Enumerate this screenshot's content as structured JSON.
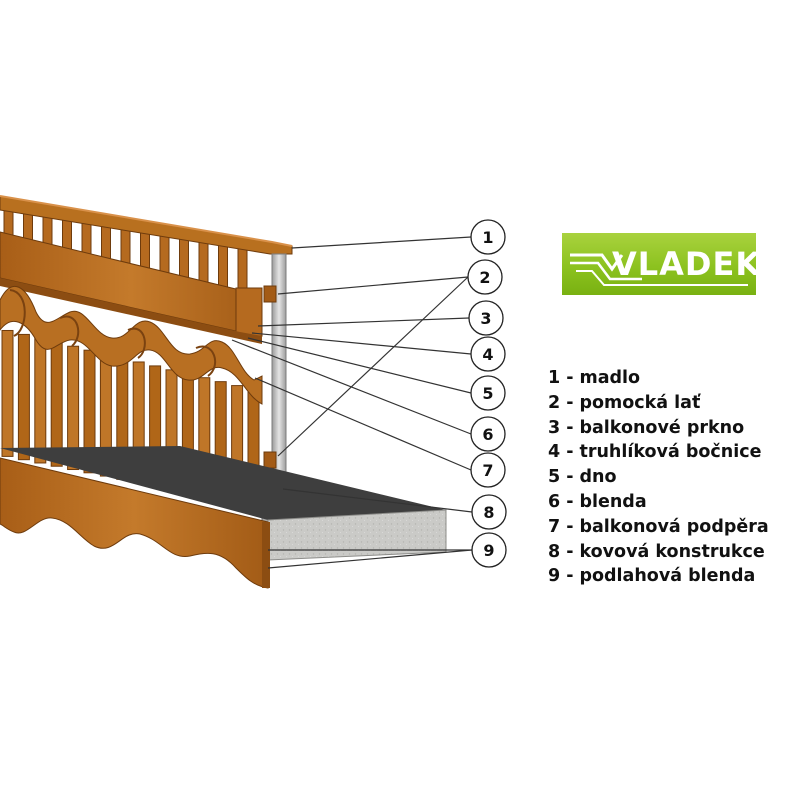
{
  "logo": {
    "text": "VLADEKO",
    "colors": {
      "green": "#8cc21f",
      "text": "#ffffff"
    }
  },
  "callouts": [
    {
      "number": "1",
      "label": "madlo"
    },
    {
      "number": "2",
      "label": "pomocká lať"
    },
    {
      "number": "3",
      "label": "balkonové prkno"
    },
    {
      "number": "4",
      "label": "truhlíková bočnice"
    },
    {
      "number": "5",
      "label": "dno"
    },
    {
      "number": "6",
      "label": "blenda"
    },
    {
      "number": "7",
      "label": "balkonová podpěra"
    },
    {
      "number": "8",
      "label": "kovová konstrukce"
    },
    {
      "number": "9",
      "label": "podlahová blenda"
    }
  ],
  "legend_separator": "-",
  "colors": {
    "wood": "#b56a1f",
    "wood_dark": "#7a4210",
    "concrete": "#c9c9c6",
    "metal": "#c8c8c8"
  }
}
